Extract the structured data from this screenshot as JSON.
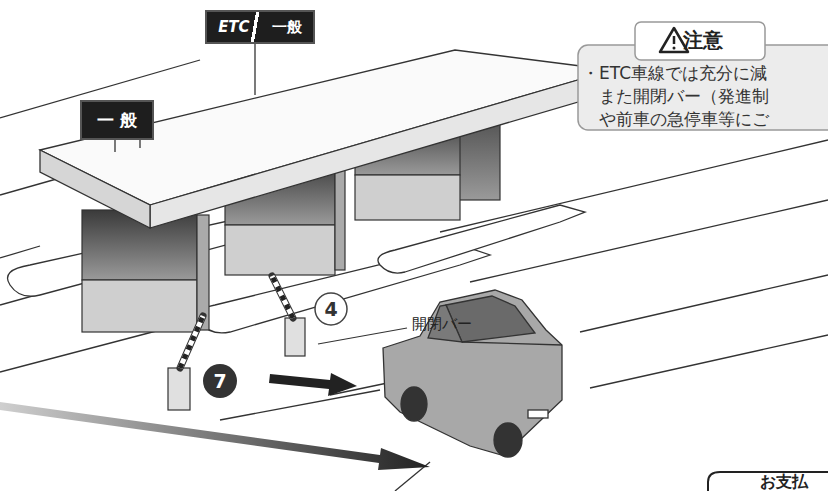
{
  "diagram": {
    "nodes": [
      {
        "text": [
          "一 般"
        ]
      },
      {
        "text": [
          "ETC",
          "一般"
        ]
      },
      {
        "text": [
          "注意",
          "・ETC車線では充分に減 また開閉バー（発進制 や前車の急停車等にご"
        ]
      },
      {
        "text": [
          "お支払"
        ]
      }
    ],
    "labels": [
      "4",
      "開閉バー",
      "7"
    ]
  }
}
